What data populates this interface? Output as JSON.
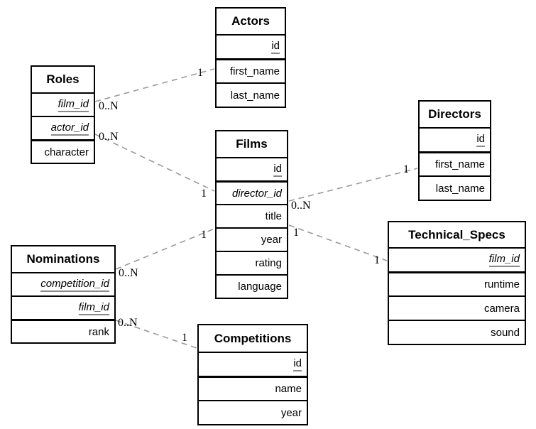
{
  "tables": {
    "actors": {
      "title": "Actors",
      "fields": [
        {
          "name": "id",
          "pk": true,
          "fk": false
        },
        {
          "name": "first_name",
          "pk": false,
          "fk": false
        },
        {
          "name": "last_name",
          "pk": false,
          "fk": false
        }
      ]
    },
    "roles": {
      "title": "Roles",
      "fields": [
        {
          "name": "film_id",
          "pk": true,
          "fk": true
        },
        {
          "name": "actor_id",
          "pk": true,
          "fk": true
        },
        {
          "name": "character",
          "pk": false,
          "fk": false
        }
      ]
    },
    "films": {
      "title": "Films",
      "fields": [
        {
          "name": "id",
          "pk": true,
          "fk": false
        },
        {
          "name": "director_id",
          "pk": false,
          "fk": true
        },
        {
          "name": "title",
          "pk": false,
          "fk": false
        },
        {
          "name": "year",
          "pk": false,
          "fk": false
        },
        {
          "name": "rating",
          "pk": false,
          "fk": false
        },
        {
          "name": "language",
          "pk": false,
          "fk": false
        }
      ]
    },
    "directors": {
      "title": "Directors",
      "fields": [
        {
          "name": "id",
          "pk": true,
          "fk": false
        },
        {
          "name": "first_name",
          "pk": false,
          "fk": false
        },
        {
          "name": "last_name",
          "pk": false,
          "fk": false
        }
      ]
    },
    "nominations": {
      "title": "Nominations",
      "fields": [
        {
          "name": "competition_id",
          "pk": true,
          "fk": true
        },
        {
          "name": "film_id",
          "pk": true,
          "fk": true
        },
        {
          "name": "rank",
          "pk": false,
          "fk": false
        }
      ]
    },
    "technical_specs": {
      "title": "Technical_Specs",
      "fields": [
        {
          "name": "film_id",
          "pk": true,
          "fk": true
        },
        {
          "name": "runtime",
          "pk": false,
          "fk": false
        },
        {
          "name": "camera",
          "pk": false,
          "fk": false
        },
        {
          "name": "sound",
          "pk": false,
          "fk": false
        }
      ]
    },
    "competitions": {
      "title": "Competitions",
      "fields": [
        {
          "name": "id",
          "pk": true,
          "fk": false
        },
        {
          "name": "name",
          "pk": false,
          "fk": false
        },
        {
          "name": "year",
          "pk": false,
          "fk": false
        }
      ]
    }
  },
  "connections": [
    {
      "from": "Roles",
      "to": "Actors",
      "from_card": "0..N",
      "to_card": "1"
    },
    {
      "from": "Roles",
      "to": "Films",
      "from_card": "0..N",
      "to_card": "1"
    },
    {
      "from": "Films",
      "to": "Directors",
      "from_card": "0..N",
      "to_card": "1"
    },
    {
      "from": "Films",
      "to": "Technical_Specs",
      "from_card": "1",
      "to_card": "1"
    },
    {
      "from": "Nominations",
      "to": "Films",
      "from_card": "0..N",
      "to_card": "1"
    },
    {
      "from": "Nominations",
      "to": "Competitions",
      "from_card": "0..N",
      "to_card": "1"
    }
  ],
  "colors": {
    "line": "#999999",
    "border": "#000000",
    "pk_underline": "#8a8a8a",
    "background": "#ffffff"
  }
}
